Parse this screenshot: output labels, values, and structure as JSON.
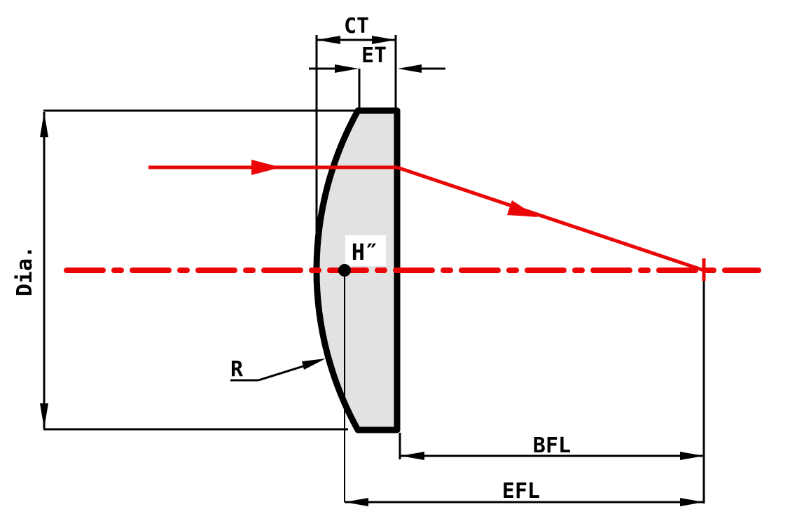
{
  "diagram": {
    "kind": "plano-convex-lens-dimension-drawing",
    "labels": {
      "center_thickness": "CT",
      "edge_thickness": "ET",
      "diameter": "Dia.",
      "radius": "R",
      "principal_plane": "H″",
      "back_focal_length": "BFL",
      "effective_focal_length": "EFL"
    },
    "colors": {
      "ray_red": "#ea0606",
      "line_black": "#000000",
      "lens_fill": "#e2e2e2",
      "background": "#ffffff"
    }
  }
}
